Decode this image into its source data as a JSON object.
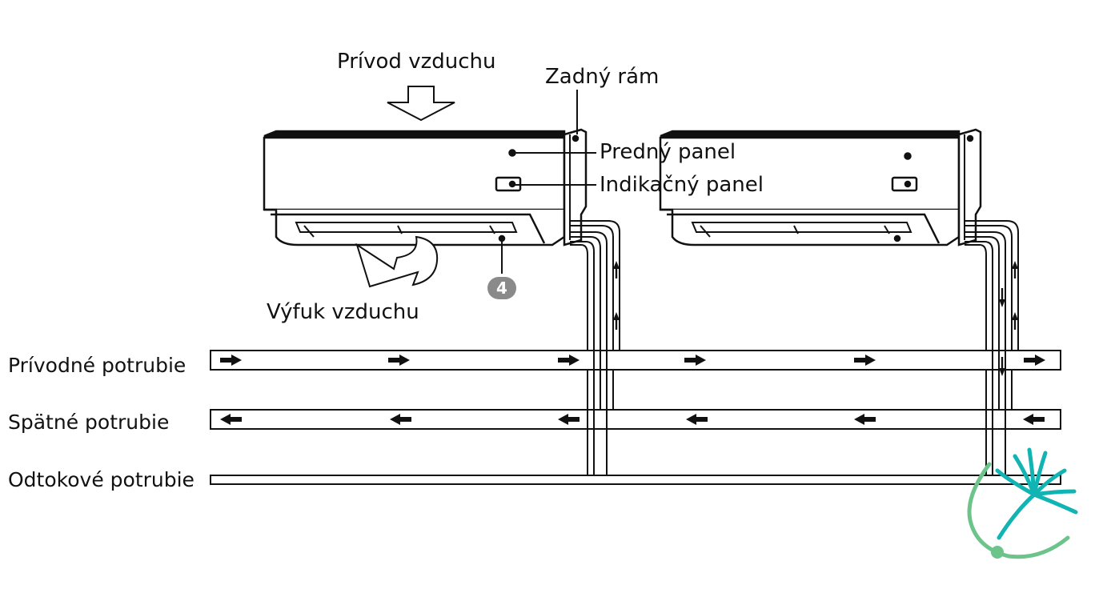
{
  "labels": {
    "air_intake": "Prívod vzduchu",
    "rear_frame": "Zadný rám",
    "front_panel": "Predný panel",
    "indicator_panel": "Indikačný panel",
    "air_exhaust": "Výfuk vzduchu",
    "callout_number": "4"
  },
  "pipes": {
    "supply": "Prívodné potrubie",
    "return": "Spätné potrubie",
    "drain": "Odtokové potrubie"
  },
  "icons": {
    "intake_arrow": "down-arrow-outline-icon",
    "exhaust_arrow": "curved-arrow-icon",
    "flow_right": "arrow-right-icon",
    "flow_left": "arrow-left-icon",
    "logo": "dandelion-logo-icon"
  },
  "colors": {
    "line": "#111111",
    "badge": "#8a8a8a",
    "logo_teal": "#12b3b3",
    "logo_green": "#6cc48a"
  }
}
